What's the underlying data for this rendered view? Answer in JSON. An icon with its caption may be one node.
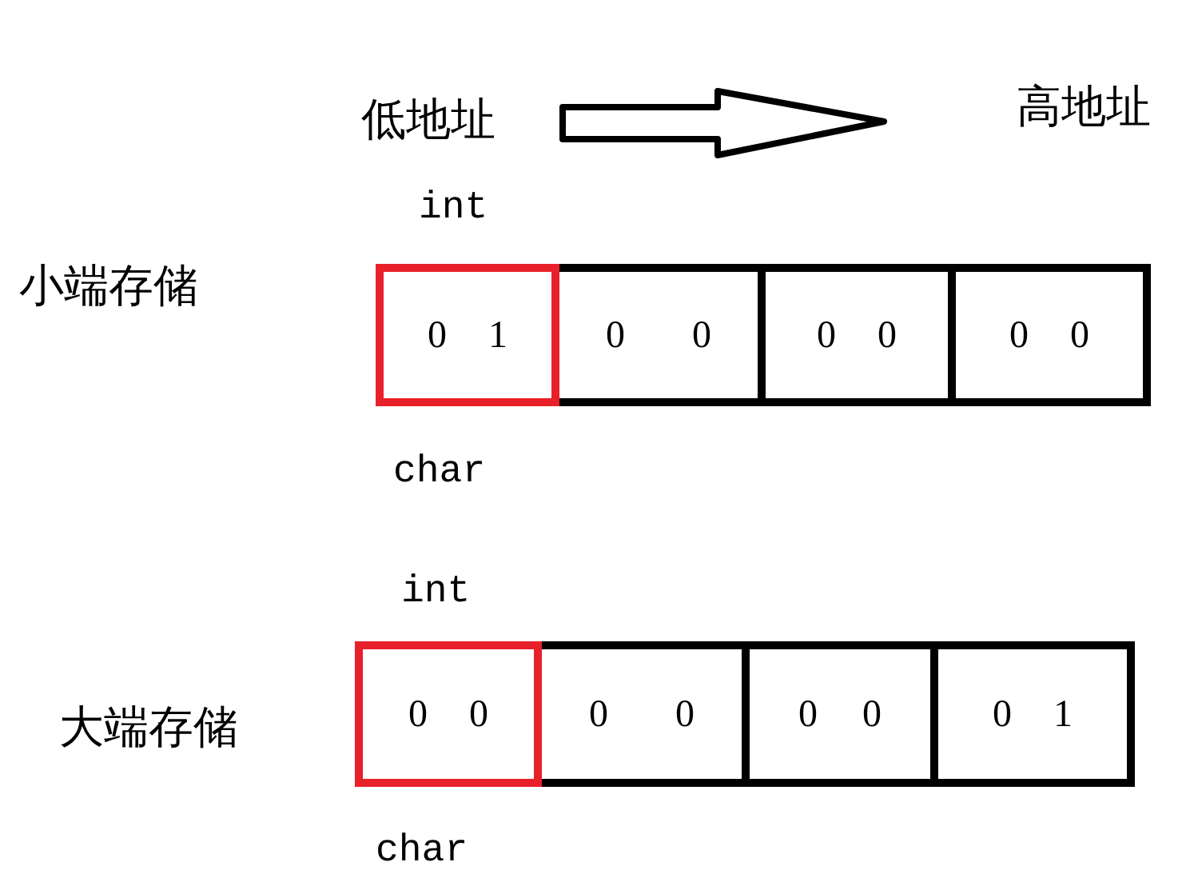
{
  "diagram": {
    "nodes": [
      {
        "text": [
          "0 1"
        ]
      },
      {
        "text": [
          "0 0"
        ]
      },
      {
        "text": [
          "0 0"
        ]
      },
      {
        "text": [
          "0 0"
        ]
      },
      {
        "text": [
          "0 0"
        ]
      },
      {
        "text": [
          "0 0"
        ]
      },
      {
        "text": [
          "0 0"
        ]
      },
      {
        "text": [
          "0 1"
        ]
      }
    ],
    "labels": [
      "低地址",
      "高地址",
      "int",
      "小端存储",
      "char",
      "int",
      "大端存储",
      "char"
    ]
  }
}
